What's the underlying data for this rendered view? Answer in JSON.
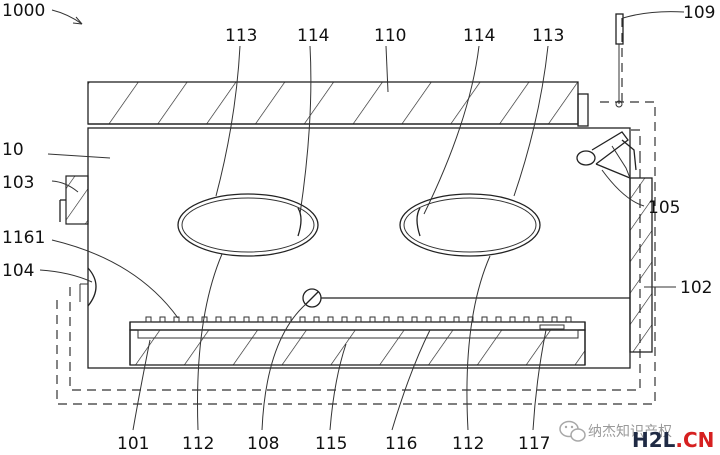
{
  "labels": {
    "l1000": "1000",
    "l109": "109",
    "l113a": "113",
    "l114a": "114",
    "l110": "110",
    "l114b": "114",
    "l113b": "113",
    "l10": "10",
    "l103": "103",
    "l105": "105",
    "l1161": "1161",
    "l104": "104",
    "l102": "102",
    "l101": "101",
    "l112a": "112",
    "l108": "108",
    "l115": "115",
    "l116": "116",
    "l112b": "112",
    "l117": "117"
  },
  "watermark": {
    "text": "纳杰知识产权",
    "brand_h2l": "H2L",
    "brand_cn": ".CN",
    "brand_h2l_color": "#1f2a44",
    "brand_cn_color": "#d62020"
  }
}
